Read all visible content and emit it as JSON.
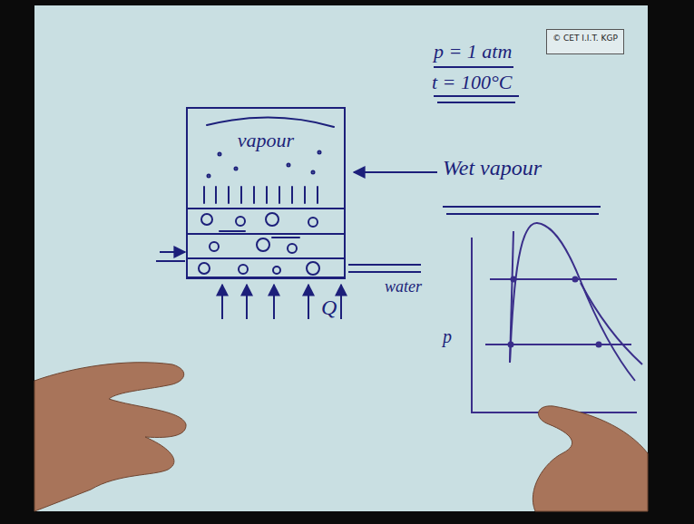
{
  "diagram": {
    "nodes": [
      {
        "text": [
          "© CET I.I.T. KGP"
        ]
      },
      {
        "text": [
          "vapour"
        ]
      }
    ],
    "labels": [
      "p = 1 atm",
      "t = 100°C",
      "Wet vapour",
      "water",
      "Q",
      "p"
    ]
  }
}
